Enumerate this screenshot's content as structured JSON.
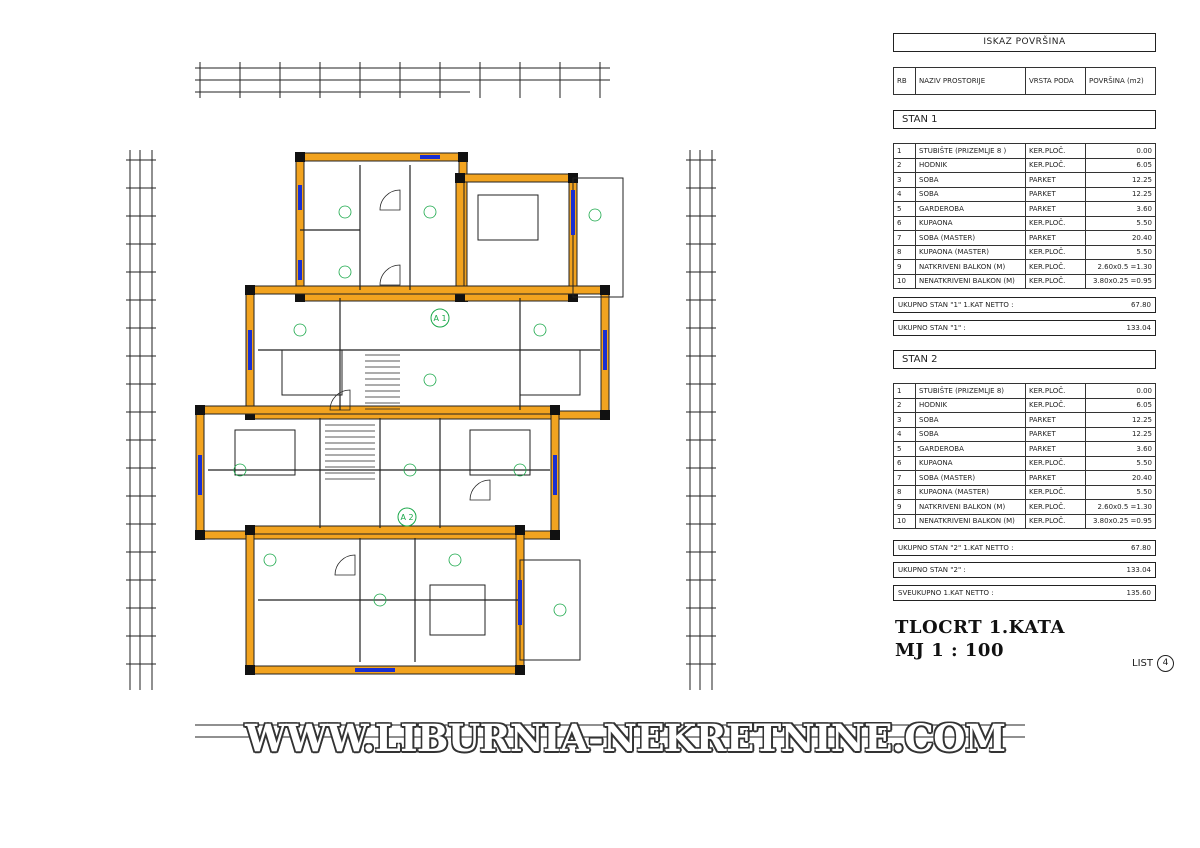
{
  "sheet": {
    "table_title": "ISKAZ POVRŠINA",
    "headers": {
      "rb": "RB",
      "name": "NAZIV PROSTORIJE",
      "floor": "VRSTA PODA",
      "area": "POVRŠINA (m2)"
    },
    "stan1": {
      "label": "STAN 1",
      "rows": [
        {
          "rb": "1",
          "name": "STUBIŠTE (PRIZEMLJE 8 )",
          "floor": "KER.PLOČ.",
          "area": "0.00"
        },
        {
          "rb": "2",
          "name": "HODNIK",
          "floor": "KER.PLOČ.",
          "area": "6.05"
        },
        {
          "rb": "3",
          "name": "SOBA",
          "floor": "PARKET",
          "area": "12.25"
        },
        {
          "rb": "4",
          "name": "SOBA",
          "floor": "PARKET",
          "area": "12.25"
        },
        {
          "rb": "5",
          "name": "GARDEROBA",
          "floor": "PARKET",
          "area": "3.60"
        },
        {
          "rb": "6",
          "name": "KUPAONA",
          "floor": "KER.PLOČ.",
          "area": "5.50"
        },
        {
          "rb": "7",
          "name": "SOBA (MASTER)",
          "floor": "PARKET",
          "area": "20.40"
        },
        {
          "rb": "8",
          "name": "KUPAONA (MASTER)",
          "floor": "KER.PLOČ.",
          "area": "5.50"
        },
        {
          "rb": "9",
          "name": "NATKRIVENI BALKON (M)",
          "floor": "KER.PLOČ.",
          "area": "2.60x0.5 =1.30"
        },
        {
          "rb": "10",
          "name": "NENATKRIVENI BALKON (M)",
          "floor": "KER.PLOČ.",
          "area": "3.80x0.25 =0.95"
        }
      ],
      "total_netto_label": "UKUPNO STAN \"1\" 1.KAT NETTO :",
      "total_netto": "67.80",
      "total_label": "UKUPNO STAN \"1\" :",
      "total": "133.04"
    },
    "stan2": {
      "label": "STAN 2",
      "rows": [
        {
          "rb": "1",
          "name": "STUBIŠTE (PRIZEMLJE 8)",
          "floor": "KER.PLOČ.",
          "area": "0.00"
        },
        {
          "rb": "2",
          "name": "HODNIK",
          "floor": "KER.PLOČ.",
          "area": "6.05"
        },
        {
          "rb": "3",
          "name": "SOBA",
          "floor": "PARKET",
          "area": "12.25"
        },
        {
          "rb": "4",
          "name": "SOBA",
          "floor": "PARKET",
          "area": "12.25"
        },
        {
          "rb": "5",
          "name": "GARDEROBA",
          "floor": "PARKET",
          "area": "3.60"
        },
        {
          "rb": "6",
          "name": "KUPAONA",
          "floor": "KER.PLOČ.",
          "area": "5.50"
        },
        {
          "rb": "7",
          "name": "SOBA (MASTER)",
          "floor": "PARKET",
          "area": "20.40"
        },
        {
          "rb": "8",
          "name": "KUPAONA (MASTER)",
          "floor": "KER.PLOČ.",
          "area": "5.50"
        },
        {
          "rb": "9",
          "name": "NATKRIVENI BALKON (M)",
          "floor": "KER.PLOČ.",
          "area": "2.60x0.5 =1.30"
        },
        {
          "rb": "10",
          "name": "NENATKRIVENI BALKON (M)",
          "floor": "KER.PLOČ.",
          "area": "3.80x0.25 =0.95"
        }
      ],
      "total_netto_label": "UKUPNO STAN \"2\" 1.KAT NETTO :",
      "total_netto": "67.80",
      "total_label": "UKUPNO STAN \"2\" :",
      "total": "133.04"
    },
    "grand_total_label": "SVEUKUPNO 1.KAT NETTO :",
    "grand_total": "135.60",
    "plan_title": "TLOCRT 1.KATA",
    "scale": "MJ 1 : 100",
    "list_label": "LIST",
    "list_number": "4"
  },
  "plan": {
    "unit_labels": [
      "A 1",
      "A 2"
    ],
    "colors": {
      "wall": "#f2a31f",
      "pillar": "#111111",
      "window": "#1a2fd0",
      "annotation": "#1aa84a"
    }
  },
  "watermark": "WWW.LIBURNIA-NEKRETNINE.COM"
}
